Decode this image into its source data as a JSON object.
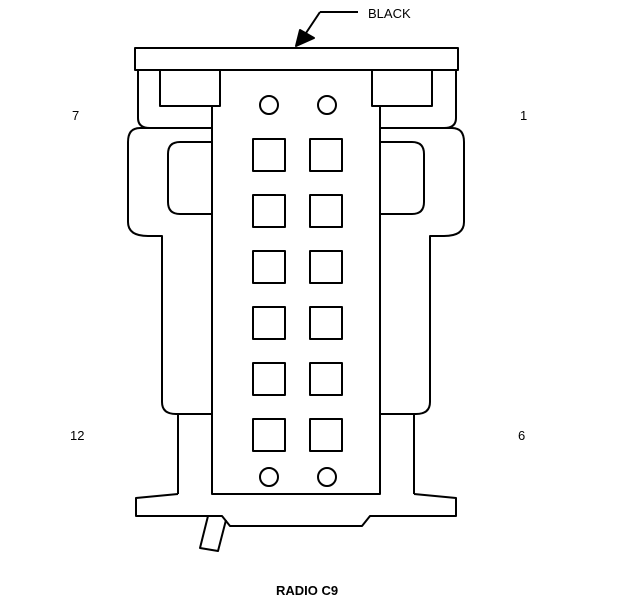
{
  "connector": {
    "name": "RADIO C9",
    "color_label": "BLACK",
    "pin_labels": {
      "top_left": "7",
      "top_right": "1",
      "bottom_left": "12",
      "bottom_right": "6"
    },
    "cavity_rows": 6,
    "cavity_columns": 2
  },
  "colors": {
    "stroke": "#000000",
    "fill": "#ffffff"
  }
}
